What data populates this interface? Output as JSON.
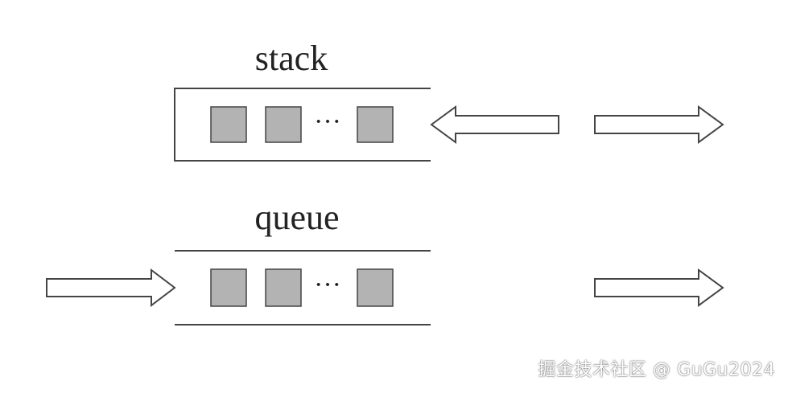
{
  "stack": {
    "label": "stack",
    "ellipsis": "···"
  },
  "queue": {
    "label": "queue",
    "ellipsis": "···"
  },
  "watermark": {
    "text": "掘金技术社区 @ GuGu2024"
  },
  "colors": {
    "element_fill": "#b3b3b3",
    "line": "#444444",
    "background": "#ffffff"
  }
}
